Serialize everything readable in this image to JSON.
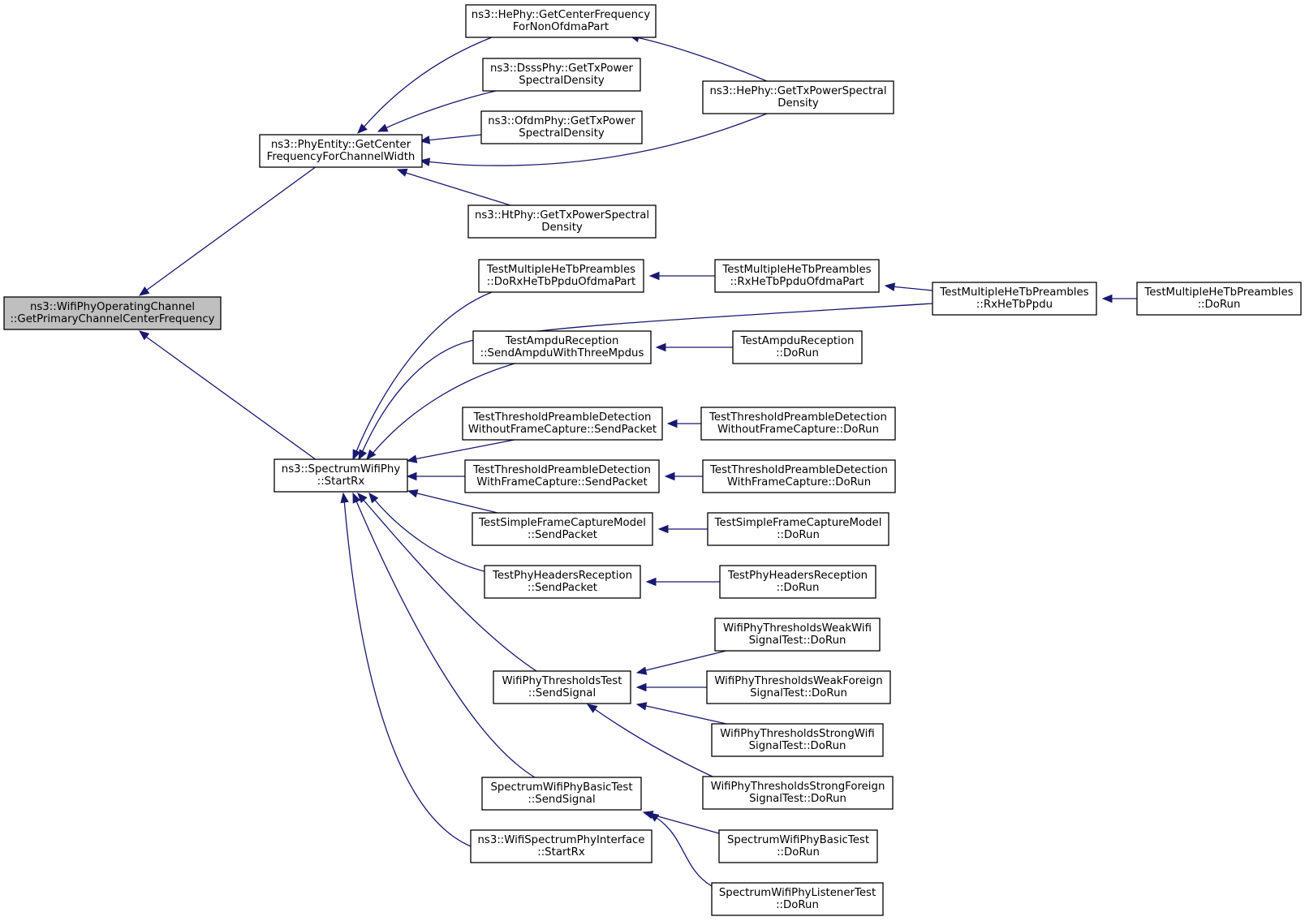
{
  "graph": {
    "edge_color": "#191970",
    "root_fill": "#bfbfbf",
    "nodes": [
      {
        "id": "root",
        "lines": [
          "ns3::WifiPhyOperatingChannel",
          "::GetPrimaryChannelCenterFrequency"
        ],
        "highlight": true
      },
      {
        "id": "phyentity",
        "lines": [
          "ns3::PhyEntity::GetCenter",
          "FrequencyForChannelWidth"
        ]
      },
      {
        "id": "hephy_nonofdma",
        "lines": [
          "ns3::HePhy::GetCenterFrequency",
          "ForNonOfdmaPart"
        ]
      },
      {
        "id": "dsssphy",
        "lines": [
          "ns3::DsssPhy::GetTxPower",
          "SpectralDensity"
        ]
      },
      {
        "id": "ofdmphy",
        "lines": [
          "ns3::OfdmPhy::GetTxPower",
          "SpectralDensity"
        ]
      },
      {
        "id": "htphy",
        "lines": [
          "ns3::HtPhy::GetTxPowerSpectral",
          "Density"
        ]
      },
      {
        "id": "hephy_txpsd",
        "lines": [
          "ns3::HePhy::GetTxPowerSpectral",
          "Density"
        ]
      },
      {
        "id": "startrx",
        "lines": [
          "ns3::SpectrumWifiPhy",
          "::StartRx"
        ]
      },
      {
        "id": "tmhe_dorx",
        "lines": [
          "TestMultipleHeTbPreambles",
          "::DoRxHeTbPpduOfdmaPart"
        ]
      },
      {
        "id": "tmhe_rxofdma",
        "lines": [
          "TestMultipleHeTbPreambles",
          "::RxHeTbPpduOfdmaPart"
        ]
      },
      {
        "id": "tmhe_rxppdu",
        "lines": [
          "TestMultipleHeTbPreambles",
          "::RxHeTbPpdu"
        ]
      },
      {
        "id": "tmhe_dorun",
        "lines": [
          "TestMultipleHeTbPreambles",
          "::DoRun"
        ]
      },
      {
        "id": "ampdu_send",
        "lines": [
          "TestAmpduReception",
          "::SendAmpduWithThreeMpdus"
        ]
      },
      {
        "id": "ampdu_dorun",
        "lines": [
          "TestAmpduReception",
          "::DoRun"
        ]
      },
      {
        "id": "tpd_wo_send",
        "lines": [
          "TestThresholdPreambleDetection",
          "WithoutFrameCapture::SendPacket"
        ]
      },
      {
        "id": "tpd_wo_dorun",
        "lines": [
          "TestThresholdPreambleDetection",
          "WithoutFrameCapture::DoRun"
        ]
      },
      {
        "id": "tpd_w_send",
        "lines": [
          "TestThresholdPreambleDetection",
          "WithFrameCapture::SendPacket"
        ]
      },
      {
        "id": "tpd_w_dorun",
        "lines": [
          "TestThresholdPreambleDetection",
          "WithFrameCapture::DoRun"
        ]
      },
      {
        "id": "tsfc_send",
        "lines": [
          "TestSimpleFrameCaptureModel",
          "::SendPacket"
        ]
      },
      {
        "id": "tsfc_dorun",
        "lines": [
          "TestSimpleFrameCaptureModel",
          "::DoRun"
        ]
      },
      {
        "id": "tphr_send",
        "lines": [
          "TestPhyHeadersReception",
          "::SendPacket"
        ]
      },
      {
        "id": "tphr_dorun",
        "lines": [
          "TestPhyHeadersReception",
          "::DoRun"
        ]
      },
      {
        "id": "wpt_send",
        "lines": [
          "WifiPhyThresholdsTest",
          "::SendSignal"
        ]
      },
      {
        "id": "wpt_weakwifi",
        "lines": [
          "WifiPhyThresholdsWeakWifi",
          "SignalTest::DoRun"
        ]
      },
      {
        "id": "wpt_weakforeign",
        "lines": [
          "WifiPhyThresholdsWeakForeign",
          "SignalTest::DoRun"
        ]
      },
      {
        "id": "wpt_strongwifi",
        "lines": [
          "WifiPhyThresholdsStrongWifi",
          "SignalTest::DoRun"
        ]
      },
      {
        "id": "wpt_strongforeign",
        "lines": [
          "WifiPhyThresholdsStrongForeign",
          "SignalTest::DoRun"
        ]
      },
      {
        "id": "swpb_send",
        "lines": [
          "SpectrumWifiPhyBasicTest",
          "::SendSignal"
        ]
      },
      {
        "id": "swpb_dorun",
        "lines": [
          "SpectrumWifiPhyBasicTest",
          "::DoRun"
        ]
      },
      {
        "id": "swpl_dorun",
        "lines": [
          "SpectrumWifiPhyListenerTest",
          "::DoRun"
        ]
      },
      {
        "id": "wspi_startrx",
        "lines": [
          "ns3::WifiSpectrumPhyInterface",
          "::StartRx"
        ]
      }
    ]
  }
}
